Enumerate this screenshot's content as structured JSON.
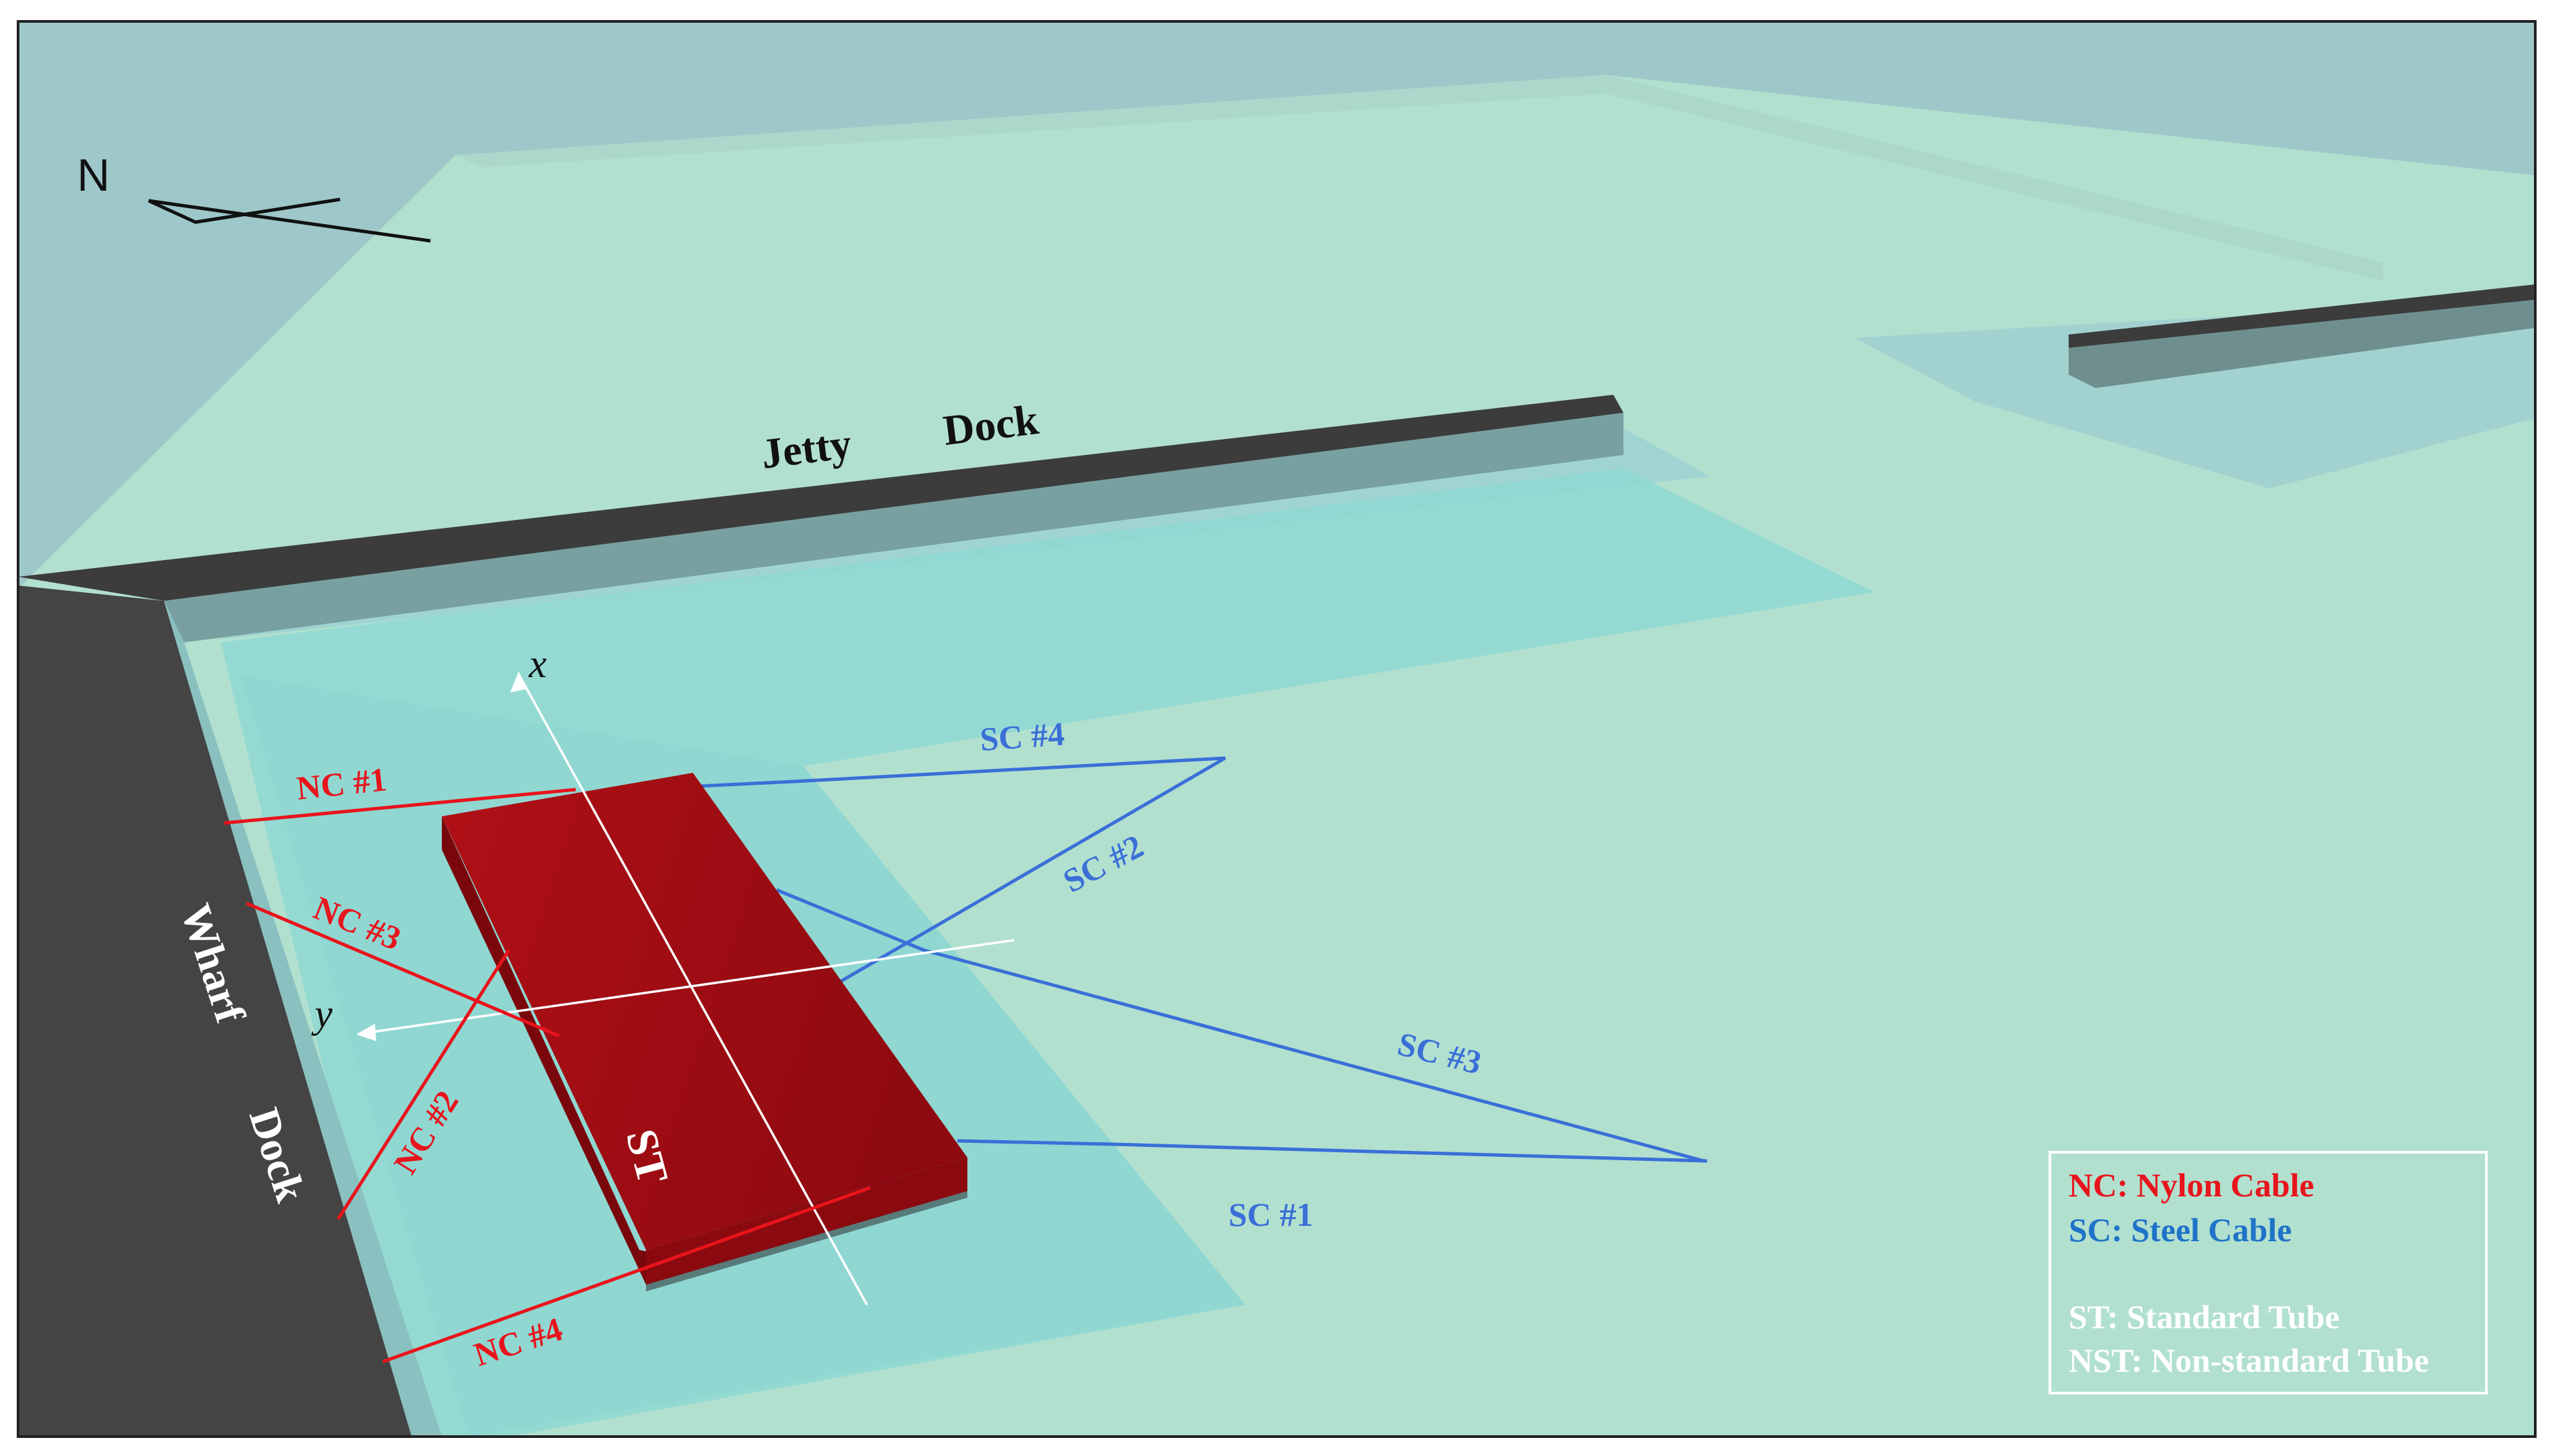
{
  "labels": {
    "north": "N",
    "jetty_word1": "Jetty",
    "jetty_word2": "Dock",
    "wharf_word1": "Wharf",
    "wharf_word2": "Dock",
    "axis_x": "x",
    "axis_y": "y",
    "tube": "ST",
    "nc1": "NC #1",
    "nc2": "NC #2",
    "nc3": "NC #3",
    "nc4": "NC #4",
    "sc1": "SC #1",
    "sc2": "SC #2",
    "sc3": "SC #3",
    "sc4": "SC #4"
  },
  "legend": {
    "nylon": "NC: Nylon Cable",
    "steel": "SC: Steel Cable",
    "standard": "ST: Standard Tube",
    "nonstandard": "NST: Non-standard Tube"
  },
  "colors": {
    "nylon_cable": "#e8141c",
    "steel_cable": "#3a6fd8",
    "tube": "#a80f14",
    "dock": "#3c3c3c",
    "water": "#b2e0cf",
    "shallow_water": "#8ed8d4",
    "sky": "#9ec7c9"
  }
}
